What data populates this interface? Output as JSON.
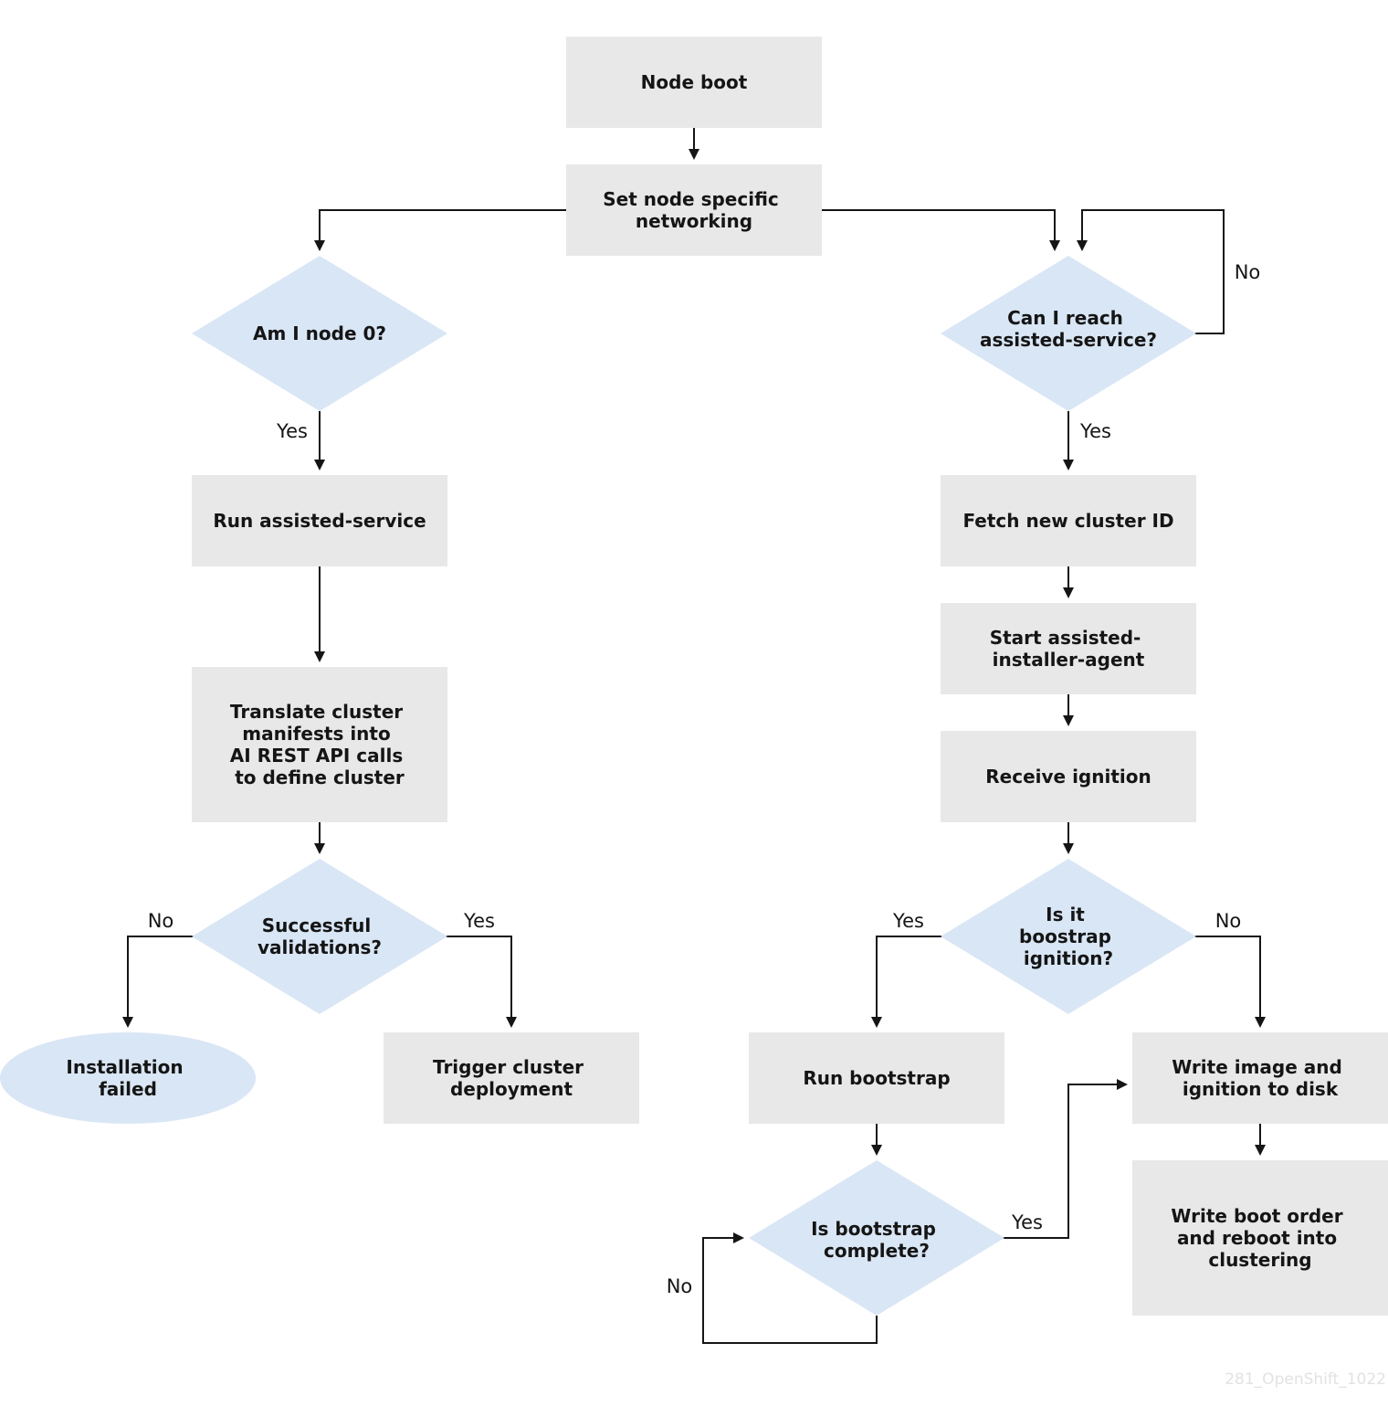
{
  "colors": {
    "process_fill": "#e8e8e8",
    "decision_fill": "#d9e6f5",
    "terminal_fill": "#d9e6f5",
    "line": "#151515",
    "text": "#151515"
  },
  "nodes": {
    "node_boot": [
      "Node boot"
    ],
    "set_networking": [
      "Set node specific",
      "networking"
    ],
    "am_i_node0": [
      "Am I node 0?"
    ],
    "can_reach": [
      "Can I reach",
      "assisted-service?"
    ],
    "run_assisted": [
      "Run assisted-service"
    ],
    "translate": [
      "Translate cluster",
      "manifests into",
      "AI REST API calls",
      "to define cluster"
    ],
    "successful_validations": [
      "Successful",
      "validations?"
    ],
    "installation_failed": [
      "Installation",
      "failed"
    ],
    "trigger_deployment": [
      "Trigger cluster",
      "deployment"
    ],
    "fetch_cluster_id": [
      "Fetch new cluster ID"
    ],
    "start_agent": [
      "Start assisted-",
      "installer-agent"
    ],
    "receive_ignition": [
      "Receive ignition"
    ],
    "is_bootstrap_ignition": [
      "Is it",
      "boostrap",
      "ignition?"
    ],
    "run_bootstrap": [
      "Run bootstrap"
    ],
    "write_image": [
      "Write image and",
      "ignition to disk"
    ],
    "is_bootstrap_complete": [
      "Is bootstrap",
      "complete?"
    ],
    "write_boot_order": [
      "Write boot order",
      "and reboot into",
      "clustering"
    ]
  },
  "edge_labels": {
    "node0_yes": "Yes",
    "reach_no": "No",
    "reach_yes": "Yes",
    "validations_no": "No",
    "validations_yes": "Yes",
    "bootstrap_ignition_yes": "Yes",
    "bootstrap_ignition_no": "No",
    "bootstrap_complete_yes": "Yes",
    "bootstrap_complete_no": "No"
  },
  "watermark": "281_OpenShift_1022"
}
